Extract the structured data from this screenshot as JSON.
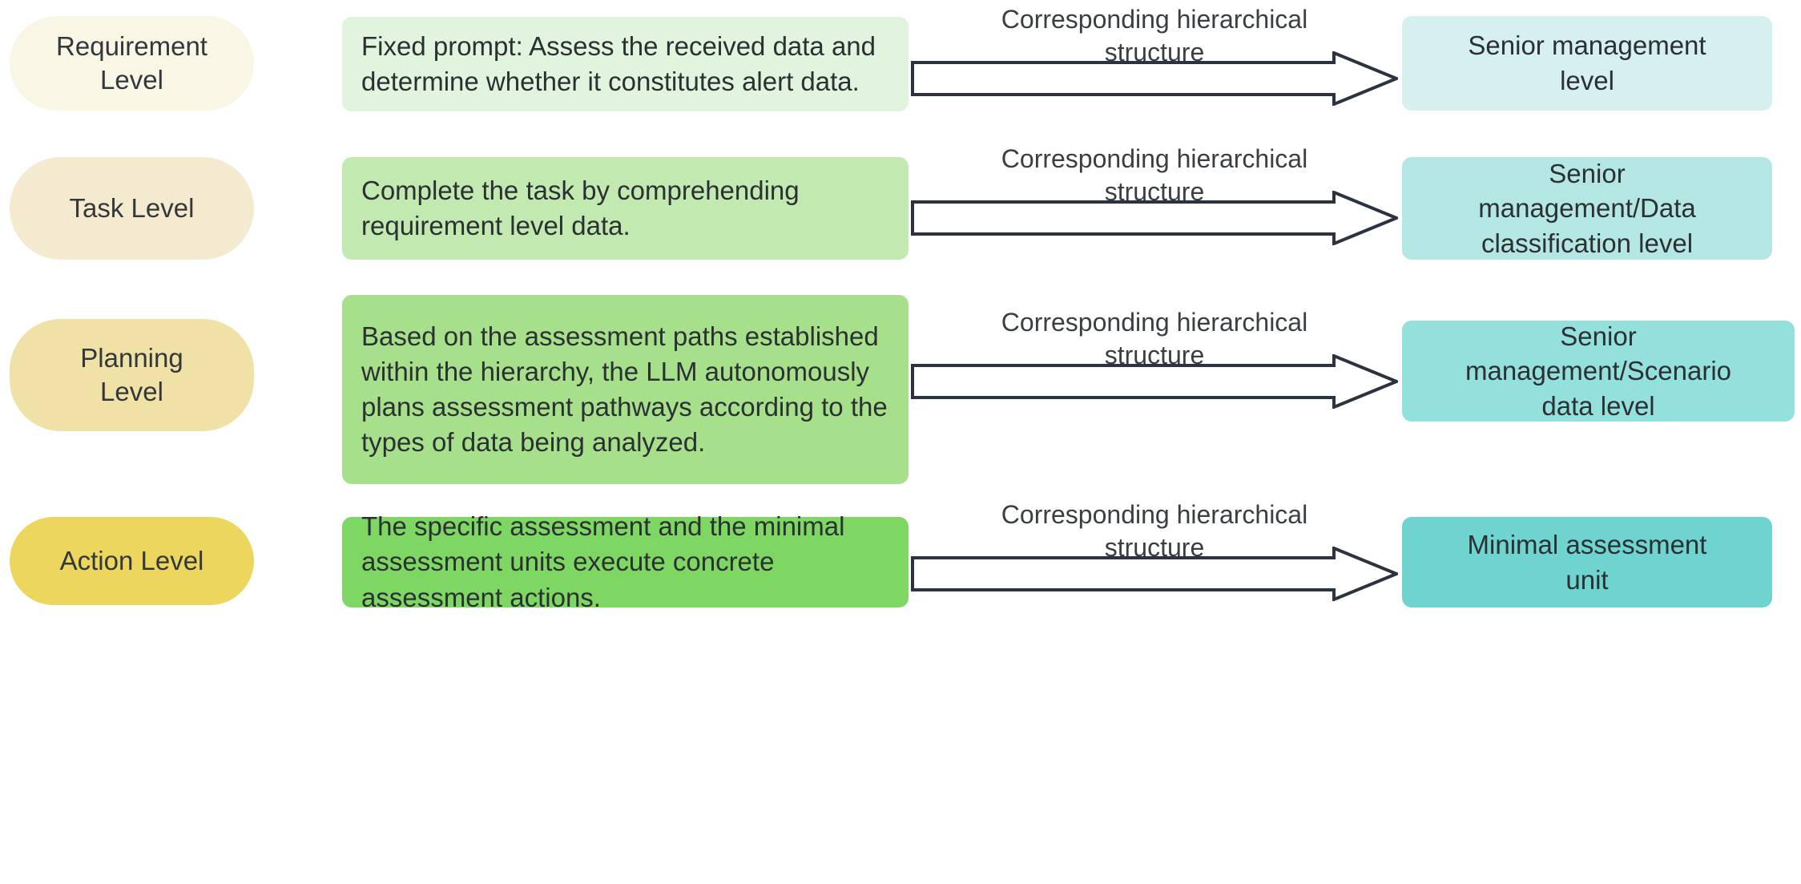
{
  "diagram": {
    "title": "LLM assessment hierarchy mapping",
    "arrow_label": "Corresponding hierarchical\nstructure",
    "palette": {
      "pill_row1": "#faf6e6",
      "pill_row2": "#f4ead0",
      "pill_row3": "#f0e2a6",
      "pill_row4": "#ecd65e",
      "desc_row1": "#e1f4de",
      "desc_row2": "#c2e9b0",
      "desc_row3": "#a7e08b",
      "desc_row4": "#7ed763",
      "target_row1": "#d6f0ef",
      "target_row2": "#b4e7e4",
      "target_row3": "#93e0dd",
      "target_row4": "#6fd3d0",
      "arrow_stroke": "#2b3340",
      "arrow_fill": "#ffffff",
      "text": "#2f3437",
      "background": "#ffffff"
    },
    "rows": [
      {
        "level": "Requirement\nLevel",
        "description": "Fixed prompt: Assess the received data and determine whether it constitutes alert data.",
        "connector_label": "Corresponding hierarchical\nstructure",
        "target": "Senior management\nlevel"
      },
      {
        "level": "Task Level",
        "description": "Complete the task by comprehending requirement level data.",
        "connector_label": "Corresponding hierarchical\nstructure",
        "target": "Senior\nmanagement/Data\nclassification level"
      },
      {
        "level": "Planning\nLevel",
        "description": "Based on the assessment paths established within the hierarchy, the LLM autonomously plans assessment pathways according to the types of data being analyzed.",
        "connector_label": "Corresponding hierarchical\nstructure",
        "target": "Senior\nmanagement/Scenario\ndata level"
      },
      {
        "level": "Action Level",
        "description": "The specific assessment and the minimal assessment units execute concrete assessment actions.",
        "connector_label": "Corresponding hierarchical\nstructure",
        "target": "Minimal assessment\nunit"
      }
    ]
  }
}
